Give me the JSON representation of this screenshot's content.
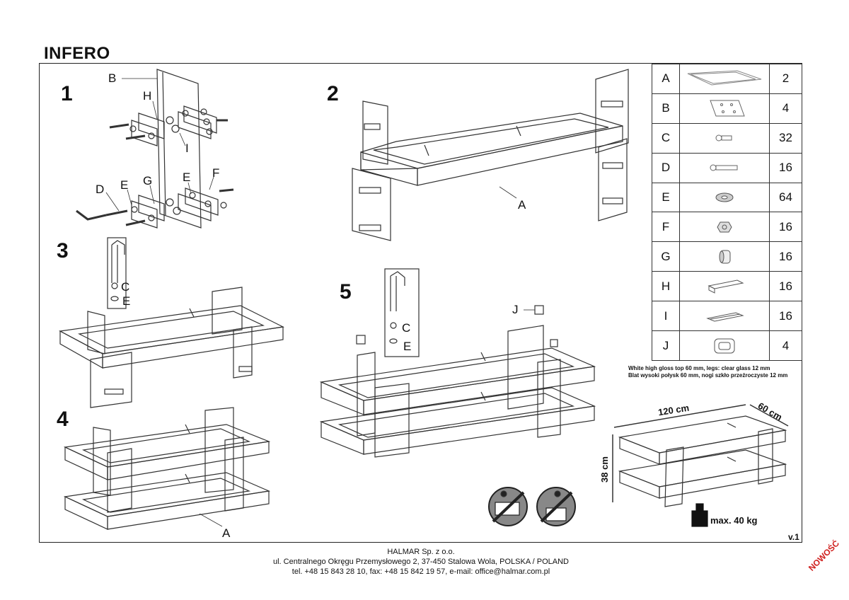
{
  "title": "INFERO",
  "steps": [
    "1",
    "2",
    "3",
    "4",
    "5"
  ],
  "labels": {
    "s1": {
      "B": "B",
      "H": "H",
      "I": "I",
      "D": "D",
      "E1": "E",
      "G": "G",
      "E2": "E",
      "F": "F"
    },
    "s2": {
      "A": "A"
    },
    "s3": {
      "C": "C",
      "E": "E"
    },
    "s4": {
      "A": "A"
    },
    "s5": {
      "J": "J",
      "C": "C",
      "E": "E"
    }
  },
  "parts": [
    {
      "letter": "A",
      "qty": "2",
      "icon": "tabletop-icon"
    },
    {
      "letter": "B",
      "qty": "4",
      "icon": "glass-leg-icon"
    },
    {
      "letter": "C",
      "qty": "32",
      "icon": "short-screw-icon"
    },
    {
      "letter": "D",
      "qty": "16",
      "icon": "long-screw-icon"
    },
    {
      "letter": "E",
      "qty": "64",
      "icon": "washer-icon"
    },
    {
      "letter": "F",
      "qty": "16",
      "icon": "nut-icon"
    },
    {
      "letter": "G",
      "qty": "16",
      "icon": "spacer-icon"
    },
    {
      "letter": "H",
      "qty": "16",
      "icon": "bracket-icon"
    },
    {
      "letter": "I",
      "qty": "16",
      "icon": "plate-icon"
    },
    {
      "letter": "J",
      "qty": "4",
      "icon": "glide-icon"
    }
  ],
  "note": {
    "en": "White high gloss top 60 mm, legs: clear glass 12 mm",
    "pl": "Blat wysoki połysk 60 mm, nogi szkło przeźroczyste 12 mm"
  },
  "dimensions": {
    "width": "120 cm",
    "depth": "60 cm",
    "height": "38 cm"
  },
  "max_load": "max. 40 kg",
  "version": "v.1",
  "footer": {
    "company": "HALMAR Sp. z o.o.",
    "address": "ul. Centralnego Okręgu Przemysłowego 2, 37-450 Stalowa Wola, POLSKA / POLAND",
    "contact": "tel. +48 15 843 28 10, fax: +48 15 842 19 57, e-mail: office@halmar.com.pl"
  },
  "badge": "NOWOŚĆ"
}
